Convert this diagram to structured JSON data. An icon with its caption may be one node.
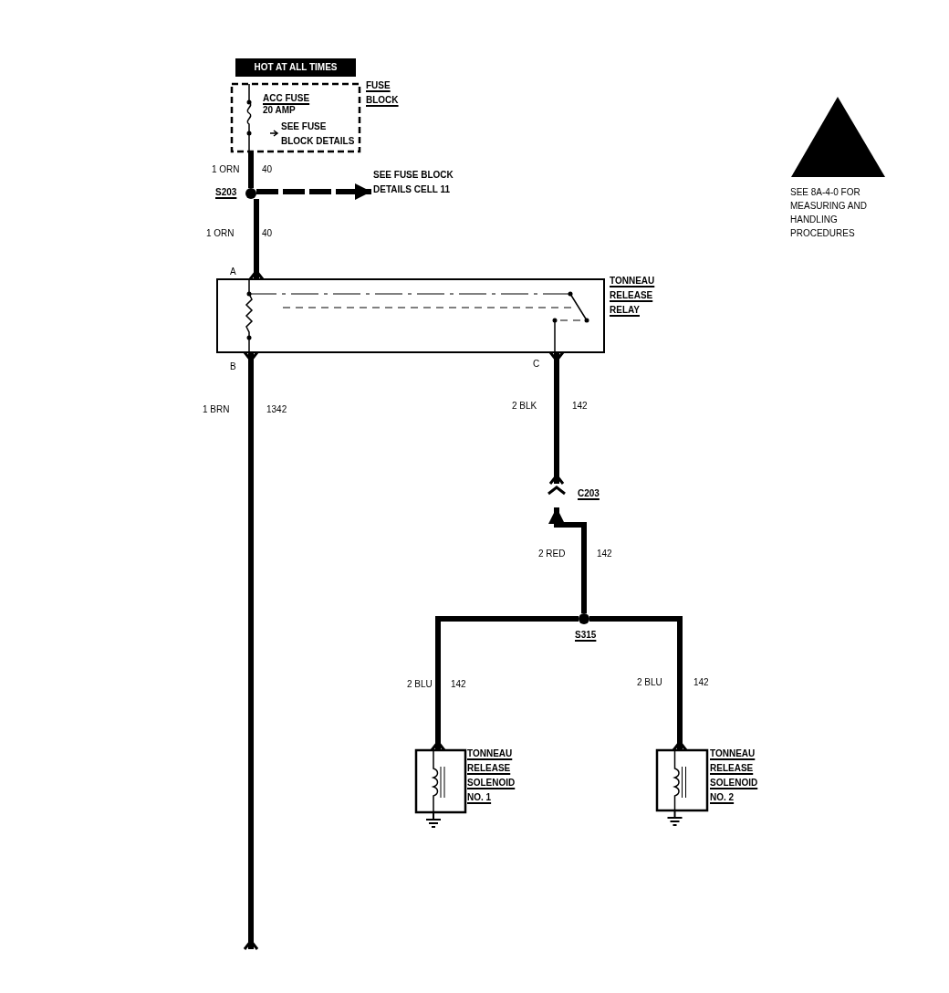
{
  "diagram": {
    "nodes": [
      {
        "text": [
          "ACC FUSE",
          "20 AMP",
          "SEE FUSE BLOCK DETAILS",
          "FUSE BLOCK"
        ]
      },
      {
        "text": [
          "S203"
        ]
      },
      {
        "text": [
          "SEE FUSE BLOCK DETAILS CELL 11"
        ]
      },
      {
        "text": [
          "TONNEAU RELEASE RELAY"
        ],
        "beside": [
          "A",
          "B",
          "C"
        ]
      },
      {
        "text": [
          "C203"
        ]
      },
      {
        "text": [
          "S315"
        ]
      },
      {
        "text": [
          "TONNEAU RELEASE SOLENOID NO. 1"
        ]
      },
      {
        "text": [
          "TONNEAU RELEASE SOLENOID NO. 2"
        ]
      }
    ],
    "edges": [
      {
        "from": 0,
        "to": 1,
        "arrow": "none",
        "label": "1 ORN"
      },
      {
        "from": 1,
        "to": 2,
        "arrow": "to",
        "style": "dashed"
      },
      {
        "from": 1,
        "to": 3,
        "arrow": "other",
        "label": "1 ORN"
      },
      {
        "from": 3,
        "to": null,
        "arrow": "other",
        "label": "1 BRN"
      },
      {
        "from": 3,
        "to": 4,
        "arrow": "other",
        "label": "2 BLK"
      },
      {
        "from": 5,
        "to": 4,
        "arrow": "to",
        "label": "2 RED"
      },
      {
        "from": 5,
        "to": 6,
        "arrow": "other",
        "label": "2 BLU"
      },
      {
        "from": 5,
        "to": 7,
        "arrow": "other",
        "label": "2 BLU"
      }
    ],
    "labels": [
      "HOT AT ALL TIMES",
      "40",
      "40",
      "1342",
      "142",
      "142",
      "142",
      "142",
      "SEE 8A-4-0 FOR MEASURING AND HANDLING PROCEDURES"
    ]
  }
}
